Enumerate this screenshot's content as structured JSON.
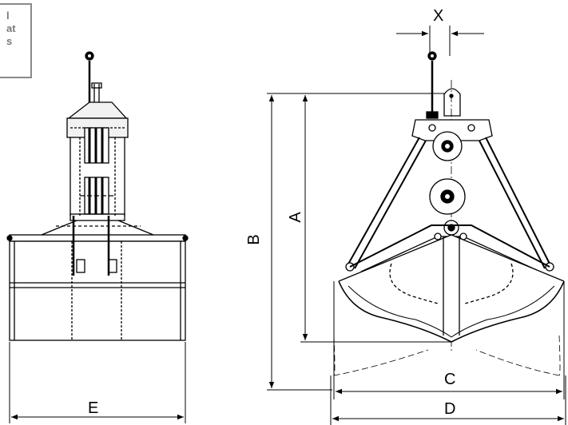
{
  "stamp": {
    "lines": [
      "l",
      "at",
      "s"
    ]
  },
  "dimensions": {
    "x": "X",
    "a": "A",
    "b": "B",
    "c": "C",
    "d": "D",
    "e": "E"
  }
}
